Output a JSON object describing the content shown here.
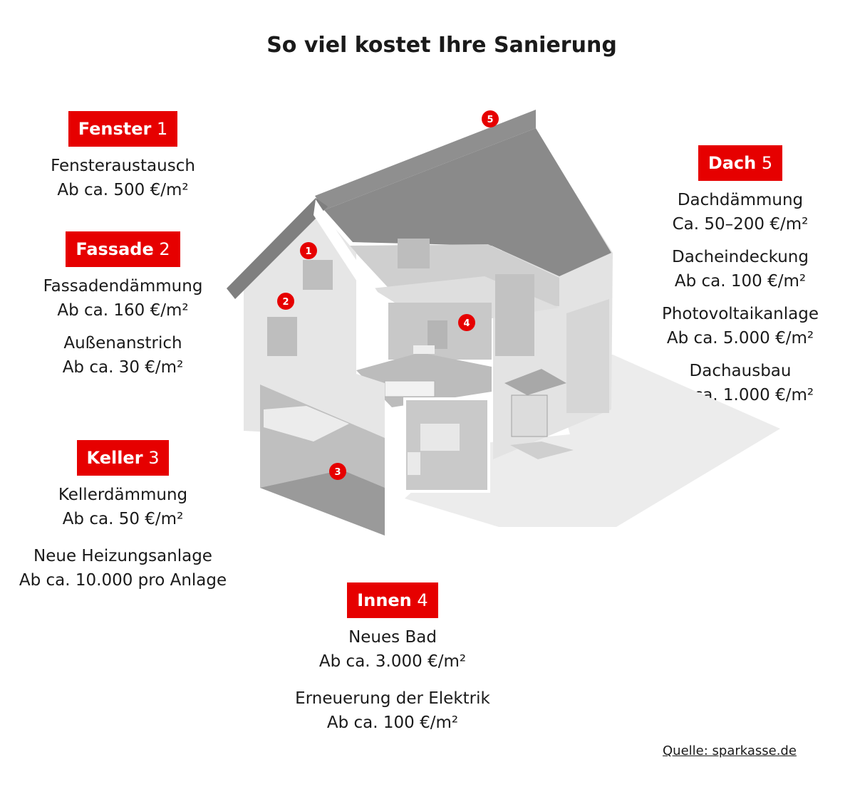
{
  "title": "So viel kostet Ihre Sanierung",
  "sections": {
    "fenster": {
      "name": "Fenster",
      "number": "1",
      "items": [
        {
          "label": "Fensteraustausch",
          "price": "Ab ca. 500 €/m²"
        }
      ]
    },
    "fassade": {
      "name": "Fassade",
      "number": "2",
      "items": [
        {
          "label": "Fassadendämmung",
          "price": "Ab ca. 160 €/m²"
        },
        {
          "label": "Außenanstrich",
          "price": "Ab ca. 30 €/m²"
        }
      ]
    },
    "keller": {
      "name": "Keller",
      "number": "3",
      "items": [
        {
          "label": "Kellerdämmung",
          "price": "Ab ca. 50 €/m²"
        },
        {
          "label": "Neue Heizungsanlage",
          "price": "Ab ca. 10.000 pro Anlage"
        }
      ]
    },
    "innen": {
      "name": "Innen",
      "number": "4",
      "items": [
        {
          "label": "Neues Bad",
          "price": "Ab ca. 3.000 €/m²"
        },
        {
          "label": "Erneuerung der Elektrik",
          "price": "Ab ca. 100 €/m²"
        }
      ]
    },
    "dach": {
      "name": "Dach",
      "number": "5",
      "items": [
        {
          "label": "Dachdämmung",
          "price": "Ca. 50–200 €/m²"
        },
        {
          "label": "Dacheindeckung",
          "price": "Ab ca. 100 €/m²"
        },
        {
          "label": "Photovoltaikanlage",
          "price": "Ab ca. 5.000 €/m²"
        },
        {
          "label": "Dachausbau",
          "price": "Ab ca. 1.000 €/m²"
        }
      ]
    }
  },
  "markers": [
    "1",
    "2",
    "3",
    "4",
    "5"
  ],
  "source": "Quelle: sparkasse.de",
  "colors": {
    "accent": "#e60000"
  }
}
